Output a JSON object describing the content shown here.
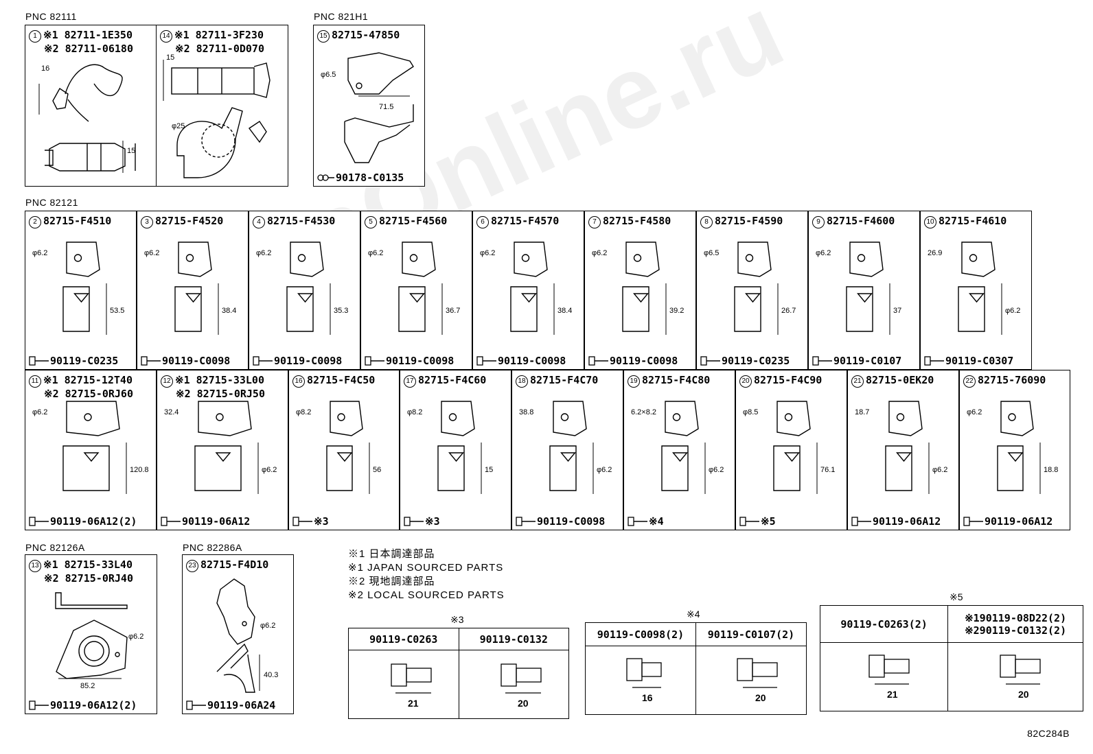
{
  "watermark": "ToyotaOnline.ru",
  "groups": [
    {
      "id": "g82111",
      "label": "PNC 82111"
    },
    {
      "id": "g821H1",
      "label": "PNC 821H1"
    },
    {
      "id": "g82121",
      "label": "PNC 82121"
    },
    {
      "id": "g82126A",
      "label": "PNC 82126A"
    },
    {
      "id": "g82286A",
      "label": "PNC 82286A"
    }
  ],
  "parts": [
    {
      "num": "1",
      "line1": "※1 82711-1E350",
      "line2": "※2 82711-06180",
      "bolt": ""
    },
    {
      "num": "14",
      "line1": "※1 82711-3F230",
      "line2": "※2 82711-0D070",
      "bolt": ""
    },
    {
      "num": "15",
      "line1": "82715-47850",
      "line2": "",
      "bolt": "90178-C0135"
    },
    {
      "num": "2",
      "line1": "82715-F4510",
      "line2": "",
      "bolt": "90119-C0235"
    },
    {
      "num": "3",
      "line1": "82715-F4520",
      "line2": "",
      "bolt": "90119-C0098"
    },
    {
      "num": "4",
      "line1": "82715-F4530",
      "line2": "",
      "bolt": "90119-C0098"
    },
    {
      "num": "5",
      "line1": "82715-F4560",
      "line2": "",
      "bolt": "90119-C0098"
    },
    {
      "num": "6",
      "line1": "82715-F4570",
      "line2": "",
      "bolt": "90119-C0098"
    },
    {
      "num": "7",
      "line1": "82715-F4580",
      "line2": "",
      "bolt": "90119-C0098"
    },
    {
      "num": "8",
      "line1": "82715-F4590",
      "line2": "",
      "bolt": "90119-C0235"
    },
    {
      "num": "9",
      "line1": "82715-F4600",
      "line2": "",
      "bolt": "90119-C0107"
    },
    {
      "num": "10",
      "line1": "82715-F4610",
      "line2": "",
      "bolt": "90119-C0307"
    },
    {
      "num": "11",
      "line1": "※1 82715-12T40",
      "line2": "※2 82715-0RJ60",
      "bolt": "90119-06A12(2)"
    },
    {
      "num": "12",
      "line1": "※1 82715-33L00",
      "line2": "※2 82715-0RJ50",
      "bolt": "90119-06A12"
    },
    {
      "num": "16",
      "line1": "82715-F4C50",
      "line2": "",
      "bolt": "※3"
    },
    {
      "num": "17",
      "line1": "82715-F4C60",
      "line2": "",
      "bolt": "※3"
    },
    {
      "num": "18",
      "line1": "82715-F4C70",
      "line2": "",
      "bolt": "90119-C0098"
    },
    {
      "num": "19",
      "line1": "82715-F4C80",
      "line2": "",
      "bolt": "※4"
    },
    {
      "num": "20",
      "line1": "82715-F4C90",
      "line2": "",
      "bolt": "※5"
    },
    {
      "num": "21",
      "line1": "82715-0EK20",
      "line2": "",
      "bolt": "90119-06A12"
    },
    {
      "num": "22",
      "line1": "82715-76090",
      "line2": "",
      "bolt": "90119-06A12"
    },
    {
      "num": "13",
      "line1": "※1 82715-33L40",
      "line2": "※2 82715-0RJ40",
      "bolt": "90119-06A12(2)"
    },
    {
      "num": "23",
      "line1": "82715-F4D10",
      "line2": "",
      "bolt": "90119-06A24"
    }
  ],
  "dims": {
    "p1": [
      "16",
      "15"
    ],
    "p14": [
      "15",
      "φ25"
    ],
    "p15": [
      "φ6.5",
      "71.5"
    ],
    "p2": [
      "φ6.2",
      "53.5"
    ],
    "p3": [
      "φ6.2",
      "38.4"
    ],
    "p4": [
      "φ6.2",
      "35.3"
    ],
    "p5": [
      "φ6.2",
      "36.7"
    ],
    "p6": [
      "φ6.2",
      "38.4"
    ],
    "p7": [
      "φ6.2",
      "39.2"
    ],
    "p8": [
      "φ6.5",
      "26.7"
    ],
    "p9": [
      "φ6.2",
      "37"
    ],
    "p10": [
      "26.9",
      "φ6.2"
    ],
    "p11": [
      "φ6.2",
      "120.8"
    ],
    "p12": [
      "32.4",
      "φ6.2"
    ],
    "p16": [
      "φ8.2",
      "56"
    ],
    "p17": [
      "φ8.2",
      "15"
    ],
    "p18": [
      "38.8",
      "φ6.2"
    ],
    "p19": [
      "6.2×8.2",
      "φ6.2"
    ],
    "p20": [
      "φ8.5",
      "76.1"
    ],
    "p21": [
      "18.7",
      "φ6.2"
    ],
    "p22": [
      "φ6.2",
      "18.8"
    ],
    "p13": [
      "φ6.2",
      "85.2"
    ],
    "p23": [
      "φ6.2",
      "40.3"
    ]
  },
  "notes": [
    "※1 日本調達部品",
    "※1 JAPAN SOURCED PARTS",
    "※2 現地調達部品",
    "※2 LOCAL SOURCED PARTS"
  ],
  "tables": [
    {
      "label": "※3",
      "cols": [
        {
          "part": "90119-C0263",
          "len": "21"
        },
        {
          "part": "90119-C0132",
          "len": "20"
        }
      ]
    },
    {
      "label": "※4",
      "cols": [
        {
          "part": "90119-C0098(2)",
          "len": "16"
        },
        {
          "part": "90119-C0107(2)",
          "len": "20"
        }
      ]
    },
    {
      "label": "※5",
      "cols": [
        {
          "part": "90119-C0263(2)",
          "len": "21"
        },
        {
          "part": "※190119-08D22(2)",
          "part2": "※290119-C0132(2)",
          "len": "20"
        }
      ]
    }
  ],
  "figure_code": "82C284B"
}
